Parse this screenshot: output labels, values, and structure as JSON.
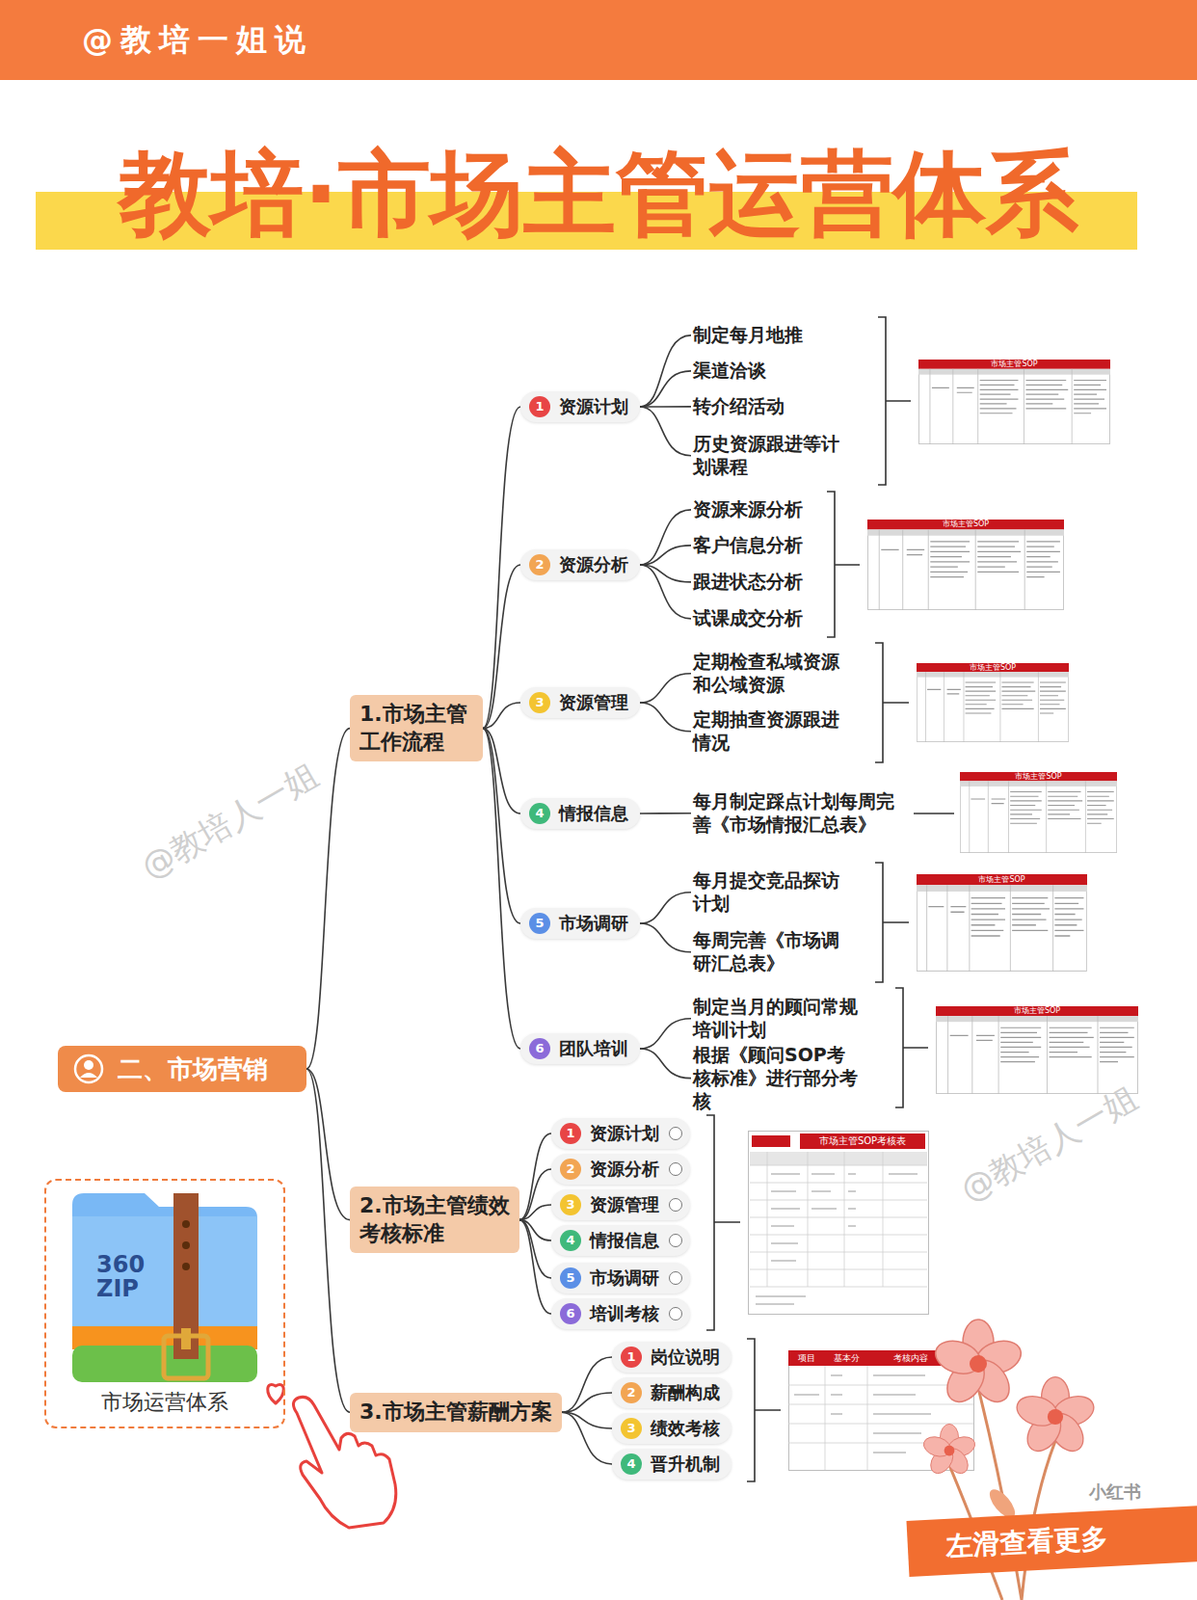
{
  "diagram": {
    "title": "教培·市场主管运营体系",
    "nodes": [
      {
        "text": [
          "@教培一姐说"
        ]
      },
      {
        "text": [
          "二、市场营销"
        ]
      },
      {
        "text": [
          "1.市场主管工作流程"
        ]
      },
      {
        "text": [
          "资源计划"
        ]
      },
      {
        "text": [
          "1"
        ],
        "in": 3
      },
      {
        "text": [
          "制定每月地推"
        ]
      },
      {
        "text": [
          "渠道洽谈"
        ]
      },
      {
        "text": [
          "转介绍活动"
        ]
      },
      {
        "text": [
          "历史资源跟进等计划课程"
        ]
      },
      {
        "text": [
          "资源分析"
        ]
      },
      {
        "text": [
          "2"
        ],
        "in": 9
      },
      {
        "text": [
          "资源来源分析"
        ]
      },
      {
        "text": [
          "客户信息分析"
        ]
      },
      {
        "text": [
          "跟进状态分析"
        ]
      },
      {
        "text": [
          "试课成交分析"
        ]
      },
      {
        "text": [
          "资源管理"
        ]
      },
      {
        "text": [
          "3"
        ],
        "in": 15
      },
      {
        "text": [
          "定期检查私域资源和公域资源"
        ]
      },
      {
        "text": [
          "定期抽查资源跟进情况"
        ]
      },
      {
        "text": [
          "情报信息"
        ]
      },
      {
        "text": [
          "4"
        ],
        "in": 19
      },
      {
        "text": [
          "每月制定踩点计划每周完善《市场情报汇总表》"
        ]
      },
      {
        "text": [
          "市场调研"
        ]
      },
      {
        "text": [
          "5"
        ],
        "in": 22
      },
      {
        "text": [
          "每月提交竞品探访计划"
        ]
      },
      {
        "text": [
          "每周完善《市场调研汇总表》"
        ]
      },
      {
        "text": [
          "团队培训"
        ]
      },
      {
        "text": [
          "6"
        ],
        "in": 26
      },
      {
        "text": [
          "制定当月的顾问常规培训计划"
        ]
      },
      {
        "text": [
          "根据《顾问SOP考核标准》进行部分考核"
        ]
      },
      {
        "text": [
          "2.市场主管绩效考核标准"
        ]
      },
      {
        "text": [
          "资源计划"
        ]
      },
      {
        "text": [
          "1"
        ],
        "in": 31
      },
      {
        "text": [
          "资源分析"
        ]
      },
      {
        "text": [
          "2"
        ],
        "in": 33
      },
      {
        "text": [
          "资源管理"
        ]
      },
      {
        "text": [
          "3"
        ],
        "in": 35
      },
      {
        "text": [
          "情报信息"
        ]
      },
      {
        "text": [
          "4"
        ],
        "in": 37
      },
      {
        "text": [
          "市场调研"
        ]
      },
      {
        "text": [
          "5"
        ],
        "in": 39
      },
      {
        "text": [
          "培训考核"
        ]
      },
      {
        "text": [
          "6"
        ],
        "in": 41
      },
      {
        "text": [
          "3.市场主管薪酬方案"
        ]
      },
      {
        "text": [
          "岗位说明"
        ]
      },
      {
        "text": [
          "1"
        ],
        "in": 44
      },
      {
        "text": [
          "薪酬构成"
        ]
      },
      {
        "text": [
          "2"
        ],
        "in": 46
      },
      {
        "text": [
          "绩效考核"
        ]
      },
      {
        "text": [
          "3"
        ],
        "in": 48
      },
      {
        "text": [
          "晋升机制"
        ]
      },
      {
        "text": [
          "4"
        ],
        "in": 50
      },
      {
        "text": [
          "市场运营体系"
        ]
      },
      {
        "text": [
          "左滑查看更多"
        ]
      }
    ],
    "edges": [
      {
        "from": 1,
        "to": 2,
        "arrow": "none"
      },
      {
        "from": 1,
        "to": 30,
        "arrow": "none"
      },
      {
        "from": 1,
        "to": 43,
        "arrow": "none"
      },
      {
        "from": 2,
        "to": 3,
        "arrow": "none"
      },
      {
        "from": 2,
        "to": 9,
        "arrow": "none"
      },
      {
        "from": 2,
        "to": 15,
        "arrow": "none"
      },
      {
        "from": 2,
        "to": 19,
        "arrow": "none"
      },
      {
        "from": 2,
        "to": 22,
        "arrow": "none"
      },
      {
        "from": 2,
        "to": 26,
        "arrow": "none"
      },
      {
        "from": 3,
        "to": 5,
        "arrow": "none"
      },
      {
        "from": 3,
        "to": 6,
        "arrow": "none"
      },
      {
        "from": 3,
        "to": 7,
        "arrow": "none"
      },
      {
        "from": 3,
        "to": 8,
        "arrow": "none"
      },
      {
        "from": 9,
        "to": 11,
        "arrow": "none"
      },
      {
        "from": 9,
        "to": 12,
        "arrow": "none"
      },
      {
        "from": 9,
        "to": 13,
        "arrow": "none"
      },
      {
        "from": 9,
        "to": 14,
        "arrow": "none"
      },
      {
        "from": 15,
        "to": 17,
        "arrow": "none"
      },
      {
        "from": 15,
        "to": 18,
        "arrow": "none"
      },
      {
        "from": 19,
        "to": 21,
        "arrow": "none"
      },
      {
        "from": 22,
        "to": 24,
        "arrow": "none"
      },
      {
        "from": 22,
        "to": 25,
        "arrow": "none"
      },
      {
        "from": 26,
        "to": 28,
        "arrow": "none"
      },
      {
        "from": 26,
        "to": 29,
        "arrow": "none"
      },
      {
        "from": 30,
        "to": 31,
        "arrow": "none"
      },
      {
        "from": 30,
        "to": 33,
        "arrow": "none"
      },
      {
        "from": 30,
        "to": 35,
        "arrow": "none"
      },
      {
        "from": 30,
        "to": 37,
        "arrow": "none"
      },
      {
        "from": 30,
        "to": 39,
        "arrow": "none"
      },
      {
        "from": 30,
        "to": 41,
        "arrow": "none"
      },
      {
        "from": 43,
        "to": 44,
        "arrow": "none"
      },
      {
        "from": 43,
        "to": 46,
        "arrow": "none"
      },
      {
        "from": 43,
        "to": 48,
        "arrow": "none"
      },
      {
        "from": 43,
        "to": 50,
        "arrow": "none"
      }
    ],
    "labels": [
      "360 ZIP",
      "@教培人一姐",
      "@教培人一姐",
      "市场主管SOP",
      "市场主管SOP",
      "市场主管SOP",
      "市场主管SOP",
      "市场主管SOP",
      "市场主管SOP",
      "市场主管SOP考核表",
      "项目",
      "基本分",
      "考核内容",
      "小红书"
    ]
  }
}
